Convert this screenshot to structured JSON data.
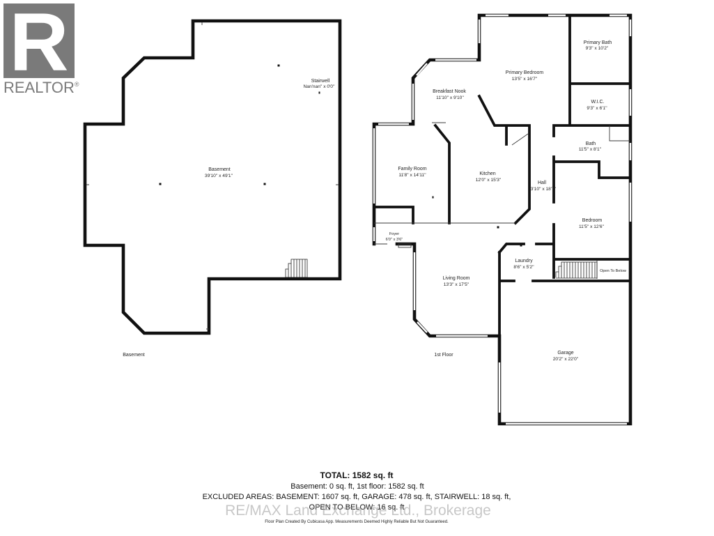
{
  "logo": {
    "letter": "R",
    "text": "REALTOR",
    "mark": "®"
  },
  "basement": {
    "floor_label": "Basement",
    "rooms": {
      "stairwell": {
        "name": "Stairwell",
        "dims": "Nan'nan'' x 0'0''"
      },
      "basement": {
        "name": "Basement",
        "dims": "39'10'' x 49'1''"
      }
    }
  },
  "first_floor": {
    "floor_label": "1st Floor",
    "rooms": {
      "primary_bath": {
        "name": "Primary Bath",
        "dims": "9'3'' x 10'2''"
      },
      "primary_bedroom": {
        "name": "Primary Bedroom",
        "dims": "13'5'' x 16'7''"
      },
      "breakfast_nook": {
        "name": "Breakfast Nook",
        "dims": "11'10'' x 9'10''"
      },
      "wic": {
        "name": "W.I.C.",
        "dims": "9'3'' x 6'1''"
      },
      "bath": {
        "name": "Bath",
        "dims": "11'5'' x 8'1''"
      },
      "family_room": {
        "name": "Family Room",
        "dims": "11'8'' x 14'11''"
      },
      "kitchen": {
        "name": "Kitchen",
        "dims": "12'0'' x 15'3''"
      },
      "hall": {
        "name": "Hall",
        "dims": "3'10'' x 18'7''"
      },
      "bedroom": {
        "name": "Bedroom",
        "dims": "11'5'' x 12'6''"
      },
      "foyer": {
        "name": "Foyer",
        "dims": "6'0'' x 3'6''"
      },
      "laundry": {
        "name": "Laundry",
        "dims": "8'6'' x 5'2''"
      },
      "open_to_below": {
        "name": "Open To Below"
      },
      "living_room": {
        "name": "Living Room",
        "dims": "13'3'' x 17'5''"
      },
      "garage": {
        "name": "Garage",
        "dims": "20'2'' x 22'0''"
      }
    }
  },
  "summary": {
    "total": "TOTAL: 1582 sq. ft",
    "floors": "Basement: 0 sq. ft, 1st floor: 1582 sq. ft",
    "excluded": "EXCLUDED AREAS: BASEMENT: 1607 sq. ft, GARAGE: 478 sq. ft, STAIRWELL: 18 sq. ft,",
    "open_to_below": "OPEN TO BELOW: 16 sq. ft",
    "credit": "Floor Plan Created By Cubicasa App. Measurements Deemed Highly Reliable But Not Guaranteed."
  },
  "watermark": "RE/MAX Land Exchange Ltd., Brokerage",
  "colors": {
    "wall": "#111111",
    "logo": "#7a7a7a",
    "watermark": "#9a9a9a"
  },
  "icons": [
    "realtor-logo",
    "stairs-icon"
  ]
}
